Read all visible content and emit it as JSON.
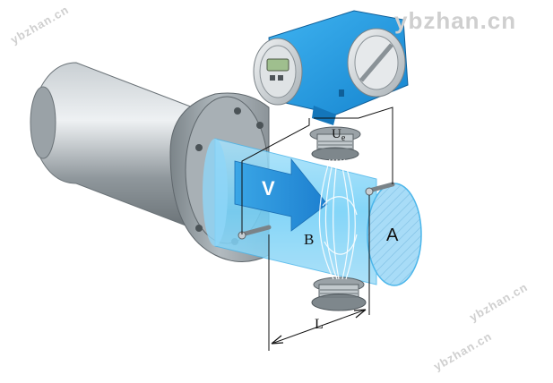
{
  "watermarks": [
    "ybzhan.cn",
    "ybzhan.cn",
    "ybzhan.cn",
    "ybzhan.cn"
  ],
  "labels": {
    "velocity": "V",
    "field": "B",
    "area": "A",
    "voltage_main": "U",
    "voltage_sub": "e",
    "length": "L"
  },
  "colors": {
    "pipe_blue": "#5ec8f5",
    "pipe_blue_light": "#b8e6fb",
    "transmitter_blue": "#1e9fe0",
    "flange_grey": "#9aa3a8",
    "arrow_blue": "#2b8fdc"
  }
}
